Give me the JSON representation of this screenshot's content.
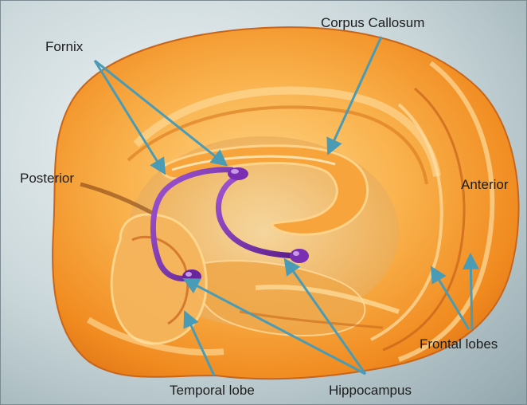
{
  "labels": {
    "fornix": "Fornix",
    "corpus_callosum": "Corpus Callosum",
    "posterior": "Posterior",
    "anterior": "Anterior",
    "frontal_lobes": "Frontal lobes",
    "temporal_lobe": "Temporal lobe",
    "hippocampus": "Hippocampus"
  },
  "colors": {
    "background_light": "#eef4f5",
    "background_dark": "#93a8ae",
    "brain_orange": "#f59a2a",
    "brain_highlight": "#ffd585",
    "brain_shadow": "#b95a14",
    "structure_purple": "#7a2fb2",
    "pointer_teal": "#4a9bb5",
    "text": "#1d1d1d"
  }
}
